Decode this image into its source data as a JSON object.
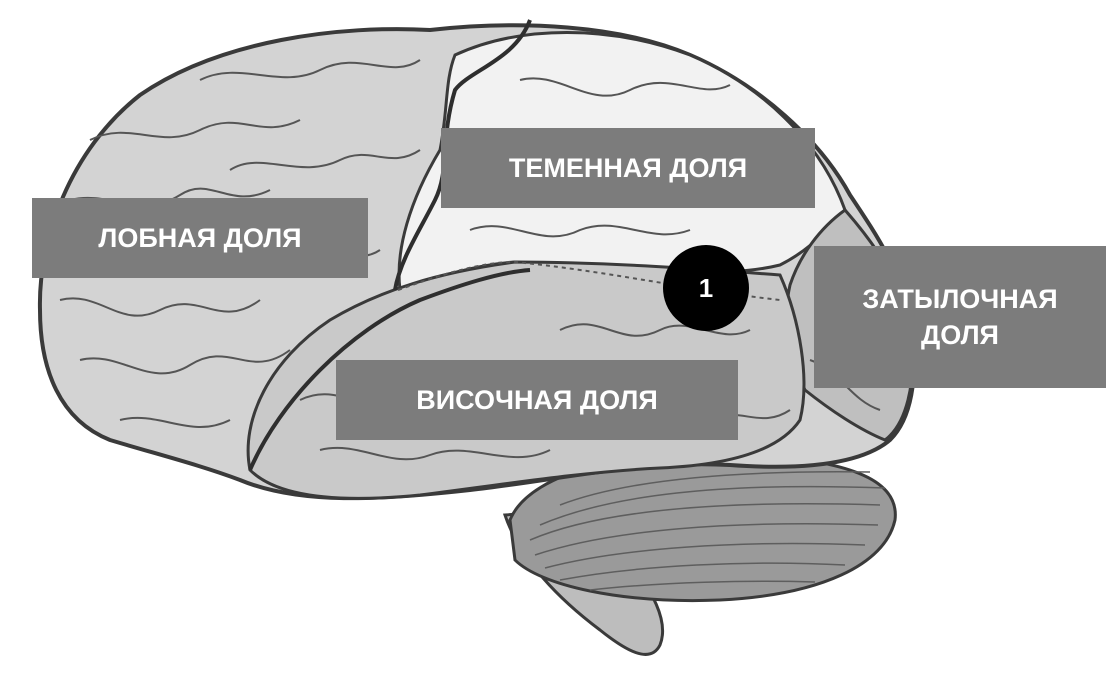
{
  "labels": {
    "frontal": "ЛОБНАЯ ДОЛЯ",
    "parietal": "ТЕМЕННАЯ ДОЛЯ",
    "occipital_line1": "ЗАТЫЛОЧНАЯ",
    "occipital_line2": "ДОЛЯ",
    "temporal": "ВИСОЧНАЯ ДОЛЯ"
  },
  "marker": {
    "number": "1"
  },
  "colors": {
    "cortex": "#d3d3d3",
    "parietal_region": "#f2f2f2",
    "label_bg": "#7c7c7c",
    "label_text": "#ffffff",
    "outline": "#3a3a3a",
    "cerebellum": "#9a9a9a",
    "marker_bg": "#000000"
  }
}
